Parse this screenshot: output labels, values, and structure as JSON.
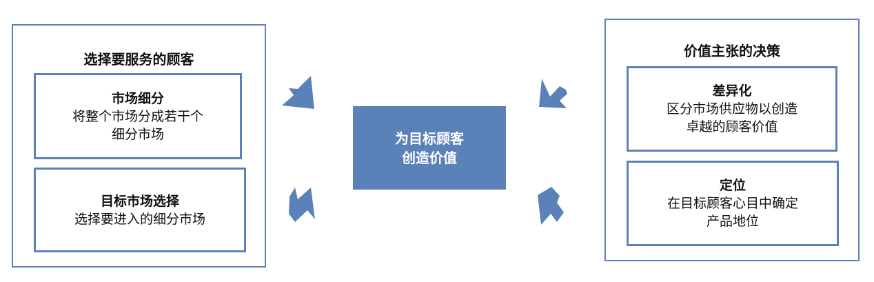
{
  "left_panel": {
    "title": "选择要服务的顾客",
    "boxes": [
      {
        "head": "市场细分",
        "lines": [
          "将整个市场分成若干个",
          "细分市场"
        ]
      },
      {
        "head": "目标市场选择",
        "lines": [
          "选择要进入的细分市场"
        ]
      }
    ]
  },
  "center": {
    "lines": [
      "为目标顾客",
      "创造价值"
    ]
  },
  "right_panel": {
    "title": "价值主张的决策",
    "boxes": [
      {
        "head": "差异化",
        "lines": [
          "区分市场供应物以创造",
          "卓越的顾客价值"
        ]
      },
      {
        "head": "定位",
        "lines": [
          "在目标顾客心目中确定",
          "产品地位"
        ]
      }
    ]
  },
  "colors": {
    "accent": "#5b82b8",
    "background": "#ffffff",
    "text": "#111111"
  }
}
